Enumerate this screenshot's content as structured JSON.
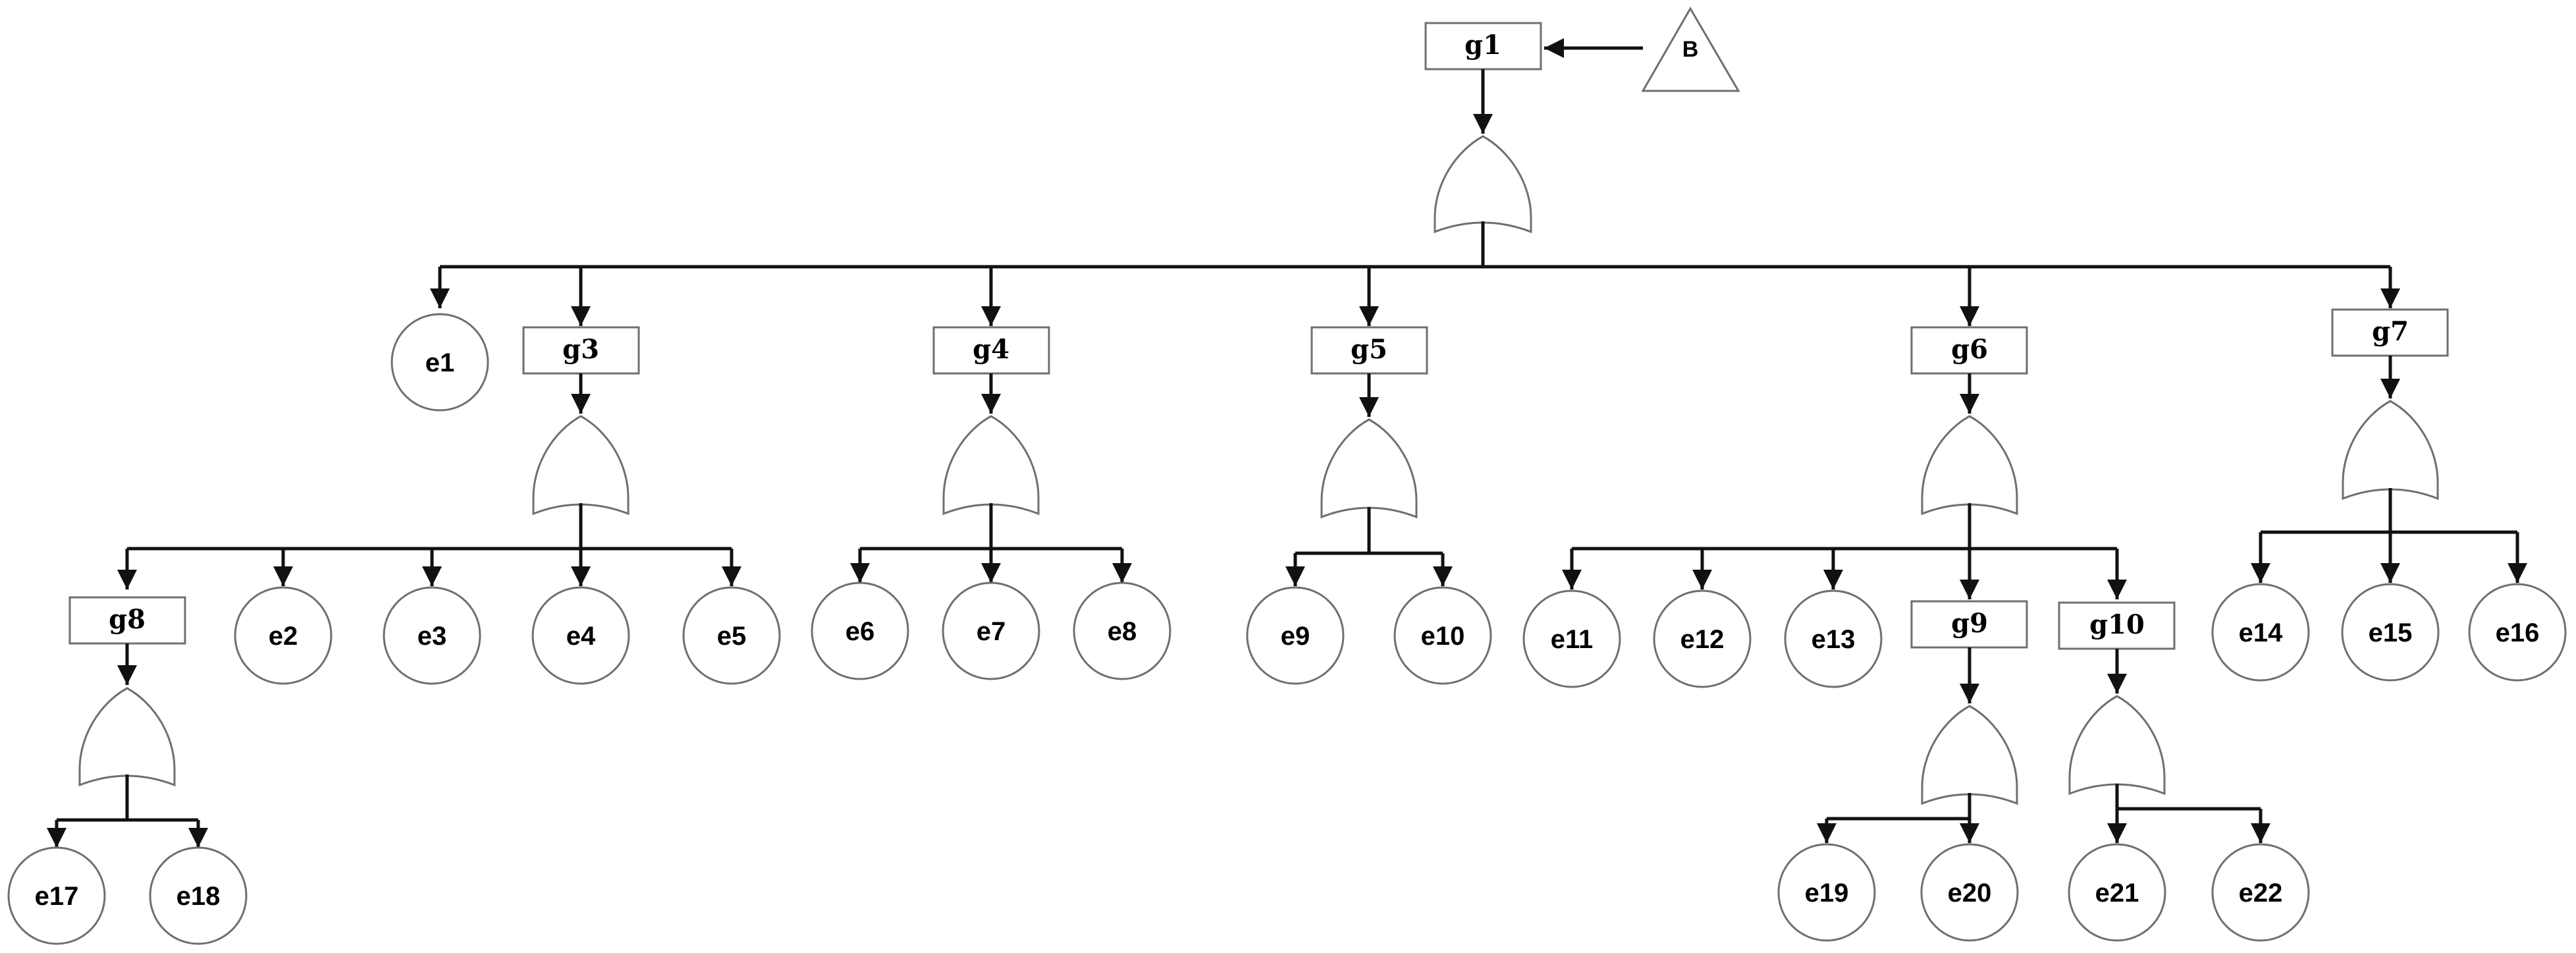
{
  "transfer": {
    "label": "B"
  },
  "gates": {
    "g1": "g1",
    "g3": "g3",
    "g4": "g4",
    "g5": "g5",
    "g6": "g6",
    "g7": "g7",
    "g8": "g8",
    "g9": "g9",
    "g10": "g10"
  },
  "events": {
    "e1": "e1",
    "e2": "e2",
    "e3": "e3",
    "e4": "e4",
    "e5": "e5",
    "e6": "e6",
    "e7": "e7",
    "e8": "e8",
    "e9": "e9",
    "e10": "e10",
    "e11": "e11",
    "e12": "e12",
    "e13": "e13",
    "e14": "e14",
    "e15": "e15",
    "e16": "e16",
    "e17": "e17",
    "e18": "e18",
    "e19": "e19",
    "e20": "e20",
    "e21": "e21",
    "e22": "e22"
  }
}
